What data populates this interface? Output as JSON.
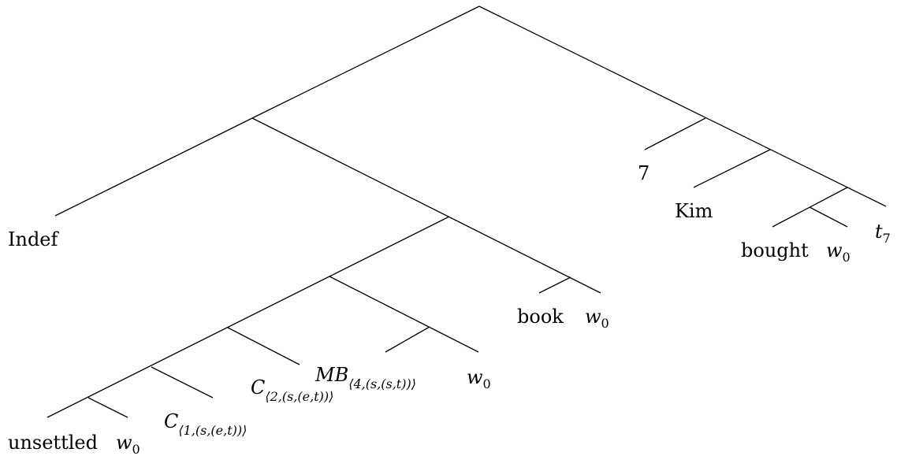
{
  "tree": {
    "leaves": {
      "indef": "Indef",
      "unsettled": "unsettled",
      "w0_a": {
        "base": "w",
        "sub": "0"
      },
      "c1": {
        "base": "C",
        "sub": "⟨1,(s,(e,t))⟩"
      },
      "c2": {
        "base": "C",
        "sub": "⟨2,(s,(e,t))⟩"
      },
      "mb": {
        "base": "MB",
        "sub": "⟨4,(s,(s,t))⟩"
      },
      "w0_b": {
        "base": "w",
        "sub": "0"
      },
      "book": "book",
      "w0_c": {
        "base": "w",
        "sub": "0"
      },
      "seven": "7",
      "kim": "Kim",
      "bought": "bought",
      "w0_d": {
        "base": "w",
        "sub": "0"
      },
      "trace": {
        "base": "t",
        "sub": "7"
      }
    }
  }
}
